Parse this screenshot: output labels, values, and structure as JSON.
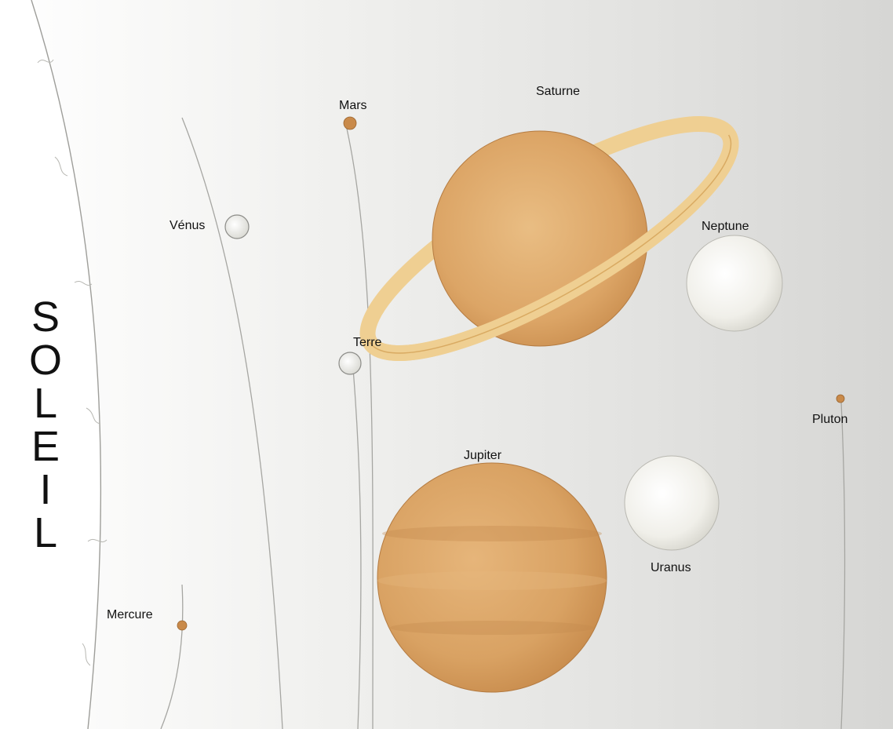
{
  "diagram": {
    "sun": {
      "label_letters": [
        "S",
        "O",
        "L",
        "E",
        "I",
        "L"
      ]
    },
    "planets": {
      "mercure": "Mercure",
      "venus": "Vénus",
      "terre": "Terre",
      "mars": "Mars",
      "jupiter": "Jupiter",
      "saturne": "Saturne",
      "uranus": "Uranus",
      "neptune": "Neptune",
      "pluton": "Pluton"
    },
    "colors": {
      "gas_giant": "#d9a263",
      "ring": "#efcf92",
      "ice_giant": "#f2f2ee",
      "small_rocky": "#c98a4a",
      "background": "#e6e6e4",
      "sun": "#ffffff"
    }
  }
}
